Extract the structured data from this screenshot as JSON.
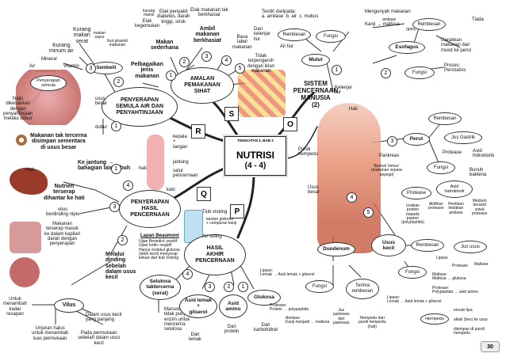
{
  "center": {
    "tag": "TINGKATAN 2, BAB 2",
    "title": "NUTRISI",
    "subtitle": "(4 - 4)"
  },
  "letters": {
    "r": "R",
    "s": "S",
    "o": "O",
    "q": "Q",
    "p": "P"
  },
  "branches": {
    "pemakanan": "AMALAN\nPEMAKANAN\nSIHAT",
    "penyerapan_air": "PENYERAPAN\nSEMULA AIR DAN\nPENYAHTINJAAN",
    "penyerapan_hasil": "PENYERAPAN\nHASIL\nPENCERNAAN",
    "akhir": "HASIL\nAKHIR\nPENCERNAAN",
    "sistem": "SISTEM\nPENCERNAAN\nMANUSIA\n(2)"
  },
  "pemakanan": {
    "makanan_seimbang": "Makan\nsederhana",
    "pelbagaikan": "Pelbagaikan\njenis\nmakanan",
    "ambil": "Ambil\nmakanan\nberkhasiat",
    "baca": "Baca\nlabel\nmakanan",
    "tidak": "Tidak\nterpengaruh\ndengan iklan\nmakanan",
    "kurang_manis": "kurang\nmanis",
    "elak": "Elak\nkegemukan",
    "elak_penyakit": "Elak penyakit\ndiabetes, darah\ntinggi, strok",
    "elak_tak": "Elak makanan tak\nberkhasiat",
    "ikut_piramid": "Ikut piramid\nmakanan",
    "kurang_gula": "makan\nsayur",
    "n1": "1",
    "n2": "2",
    "n3": "3",
    "n4": "4",
    "n5": "5"
  },
  "penyerapan_air": {
    "sembelit": "Sembelit",
    "kurang_makan": "Kurang\nmakan\nserat",
    "kurang_minum": "Kurang\nminum air",
    "air": "Air",
    "mineral": "Mineral",
    "vitamin": "Vitamin",
    "penyerapan_semula": "Penyerapan\nsemula",
    "najis": "Najis\ndikeluarkan\ndengan\npenyahtinjaan\nmelalui dubur",
    "usus_besar": "usus\nbesar",
    "dubur": "dubur",
    "makanan": "Makanan tak tercerna\ndisimpan sementara\ndi usus besar",
    "n1": "1",
    "n2": "2",
    "n3": "3"
  },
  "penyerapan_hasil": {
    "kejantung": "Ke jantung →\nbahagian lain tubuh",
    "hati_label": "Hati",
    "nutrien": "Nutrien\nterserap\ndihantar ke hati",
    "vilus_berdinding": "vilus\nberdinding nipis",
    "makanan_terserap": "Makanan\nterserap masuk\nke dalam kapilari\ndarah dengan\npenyerapan",
    "melalui": "Melalui\ndinding\nsebelah\ndalam usus\nkecil",
    "kepala": "kepala\n+\ntangan",
    "jantung": "jantung",
    "hati": "hati",
    "salur": "salur\npencernaan",
    "kaki": "kaki",
    "n1": "1",
    "n2": "2",
    "n3": "3",
    "n4": "4"
  },
  "vilus": {
    "label": "Vilus",
    "untuk": "Untuk\nmenambah\nkadar\nresapan",
    "dalam_usus": "Dalam usus kecil\nyang panjang",
    "unjuran": "Unjuran halus\nuntuk menambah\nluas permukaan",
    "pada": "Pada permukaan\nsebelah dalam usus\nkecil"
  },
  "akhir": {
    "lapan": "Lapan Beaumont",
    "ujian_desc": "Ujian Benedict: positif\nUjian Iodin: negatif\nHanya molekul glukosa\n(lebih kecil) menyerap\nkeluar dari tiub Visking",
    "tiub": "Tiub visking",
    "larutan": "larutan glukosa\n+ campuran kanji",
    "air_suling": "Air suling",
    "selulosa": "Selulosa\ntaktercerna\n(serat)",
    "manusia": "Manusia\ntidak punyai\nenzim untuk\nmencerna\nselulosa",
    "asid_lemak": "Asid lemak\n+\ngliserol",
    "dari_lemak": "Dari\nlemak",
    "asid_amino": "Asid\namino",
    "dari_protein": "Dari\nprotein",
    "glukosa": "Glukosa",
    "dari_karbo": "Dari\nkarbohidrat",
    "n1": "1",
    "n2": "2",
    "n3": "3",
    "n4": "4"
  },
  "sistem": {
    "terdiri": "Terdiri daripada:\na. amilase  b. air  c. mukus",
    "mengunyah": "Mengunyah makanan",
    "kanji_maltosa": "Kanji → maltosa",
    "amilase": "amilase",
    "gula": "(gula)",
    "tiada": "Tiada",
    "rembesan1": "Rembesan",
    "fungsi1": "Fungsi",
    "dari_kelenjar": "Dari\nkelenjar\nliur",
    "air_liur": "Air liur",
    "mulut": "Mulut",
    "kelenjar_liur": "Kelenjar\nliur",
    "esofagus": "Esofagus",
    "rembesan2": "Rembesan",
    "gerakkan": "Gerakkan\nmakanan dari\nmulut ke perut",
    "fungsi2": "Fungsi",
    "proses": "Proses:\nPeristalsis",
    "hati": "Hati",
    "pundi": "Pundi\nhempedu",
    "perut": "Perut",
    "rembesan3": "Rembesan",
    "jus_gastrik": "Jus Gastrik",
    "protease1": "Protease",
    "asid_hidro": "Asid\nhidroklorik",
    "pankreas": "Pankreas",
    "bentuk": "Bentuk 'kimus'\n(makanan separa\npepejal)",
    "fungsi3": "Fungsi",
    "bunuh": "Bunuh\nbakteria",
    "protease2": "Protease",
    "asid_hidro2": "Asid\nhidroklorik",
    "usus_besar": "Usus\nbesar",
    "uraikan": "Uraikan\nprotein\nkepada\npepton\n(polypeptida)",
    "aktifkan": "Aktifkan\nprotease",
    "hentikan": "Hentikan\ntindakan\namilase",
    "medium": "Medium\nberasid\nuntuk\nprotease",
    "usus_kecil": "Usus\nkecil",
    "duodenum": "Duodenum",
    "rembesan4": "Rembesan",
    "jus_usus": "Jus usus",
    "lipase1": "Lipase",
    "protease3": "Protease",
    "maltase": "Maltase",
    "fungsi4": "Fungsi",
    "maltase_eq": "Maltase:\nMaltosa → glukosa",
    "protease_eq": "Protease:\nPolypeptida → asid amino",
    "lipase_eq": "Lipase:\nLemak → Asid lemak + gliserol",
    "fungsi5": "Fungsi",
    "lipase_eq2": "Lipase:\nLemak → Asid lemak + gliserol",
    "protease_eq2": "Protease:\nProtein → polypeptida",
    "amilase_eq": "Amilase:\nKanji menjadi → maltosa",
    "terima": "Terima\nrembesan",
    "jus_pankreas": "Jus\npankreas\ndari\npankreas",
    "hempedu_dari": "Hempedu dari\npundi hempedu\n(hati)",
    "hempedu": "Hempedu",
    "emulsi": "emulsi lipa",
    "alkali": "alkali (bes) ke usus",
    "disimpan": "disimpan di pundi\nhempedu",
    "n1": "1",
    "n2": "2",
    "n3": "3",
    "n4": "4",
    "n5": "5"
  },
  "page_number": "30"
}
